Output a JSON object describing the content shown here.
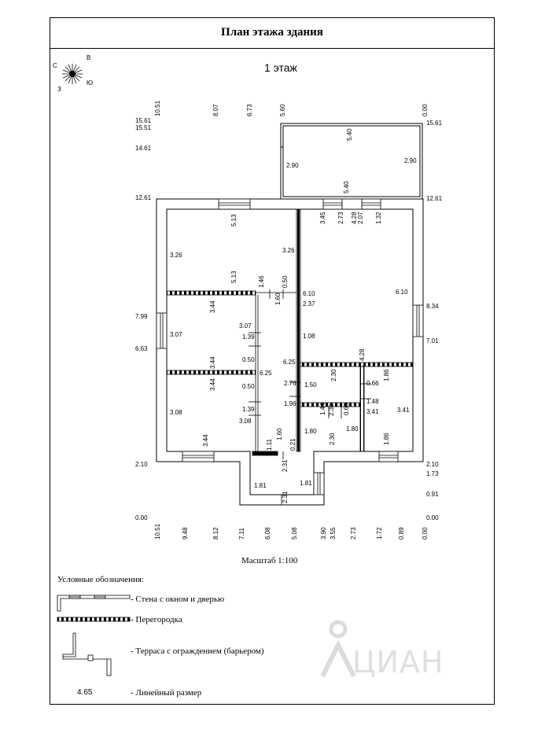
{
  "header": {
    "title": "План этажа здания"
  },
  "floor_label": "1 этаж",
  "compass": {
    "letters": [
      "С",
      "В",
      "Ю",
      "З"
    ]
  },
  "top_axis_labels": [
    "10.51",
    "8.07",
    "6.73",
    "5.60",
    "0.00"
  ],
  "bottom_axis_labels": [
    "10.51",
    "9.48",
    "8.12",
    "7.11",
    "6.08",
    "5.08",
    "3.90",
    "3.55",
    "2.73",
    "1.72",
    "0.89",
    "0.00"
  ],
  "left_axis_labels": [
    "15.61",
    "15.51",
    "14.61",
    "12.61",
    "7.99",
    "6.63",
    "2.10",
    "0.00"
  ],
  "right_axis_labels": [
    "15.61",
    "12.61",
    "8.34",
    "7.01",
    "2.10",
    "1.73",
    "0.91",
    "0.00"
  ],
  "dimensions": {
    "terrace_540_top": "5.40",
    "terrace_290_left": "2.90",
    "terrace_290_right": "2.90",
    "terrace_540_bottom": "5.40",
    "room_tl_513_top": "5.13",
    "room_tl_326_left": "3.26",
    "room_tl_326_right": "3.26",
    "room_tl_513_bottom": "5.13",
    "d_146": "1.46",
    "d_050_a": "0.50",
    "d_160_a": "1.60",
    "d_345": "3.45",
    "d_273": "2.73",
    "d_428_a": "4.28",
    "d_207": "2.07",
    "d_132": "1.32",
    "room_tr_610_left": "6.10",
    "room_tr_610_right": "6.10",
    "d_237": "2.37",
    "room_ml_344_top": "3.44",
    "room_ml_307_right": "3.07",
    "room_ml_307_left": "3.07",
    "d_139_a": "1.39",
    "d_108": "1.08",
    "d_050_b": "0.50",
    "room_ml_344_bottom": "3.44",
    "d_428_b": "4.28",
    "d_625_a": "6.25",
    "d_625_b": "6.25",
    "d_230_a": "2.30",
    "d_186_a": "1.86",
    "room_bl_344_top": "3.44",
    "d_050_c": "0.50",
    "d_276": "2.76",
    "d_150": "1.50",
    "d_066": "0.66",
    "d_148": "1.48",
    "d_196": "1.96",
    "d_139_b": "1.39",
    "d_144": "1.44",
    "d_230_b": "2.30",
    "d_063": "0.63",
    "d_341_a": "3.41",
    "d_341_b": "3.41",
    "room_bl_308_left": "3.08",
    "room_bl_308_right": "3.08",
    "d_180_a": "1.80",
    "d_180_b": "1.80",
    "d_160_b": "1.60",
    "room_bl_344_bottom": "3.44",
    "d_111": "1.11",
    "d_021": "0.21",
    "d_230_c": "2.30",
    "d_186_b": "1.86",
    "d_231_a": "2.31",
    "porch_181_left": "1.81",
    "porch_181_right": "1.81",
    "d_231_b": "2.31"
  },
  "scale_text": "Масштаб 1:100",
  "legend": {
    "title": "Условные обозначения:",
    "items": [
      {
        "label": "- Стена с окном и дверью"
      },
      {
        "label": "- Перегородка"
      },
      {
        "label": "- Терраса с ограждением (барьером)"
      },
      {
        "label": "- Линейный размер",
        "sample": "4.65"
      }
    ]
  },
  "watermark": {
    "text": "ЦИАН"
  }
}
